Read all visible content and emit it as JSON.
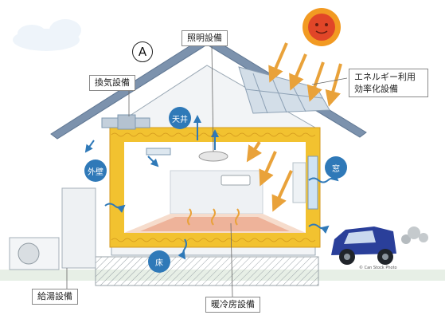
{
  "labels": {
    "lighting": "照明設備",
    "ventilation": "換気設備",
    "energy": "エネルギー利用効率化設備",
    "hot_water": "給湯設備",
    "air_conditioning": "暖冷房設備"
  },
  "bubbles": {
    "ceiling": "天井",
    "outer_wall": "外壁",
    "window": "窓",
    "floor": "床"
  },
  "marker": "A",
  "credit": "© Can Stock Photo",
  "colors": {
    "insulation": "#f2c230",
    "roof": "#7c92ad",
    "arrow_heat": "#e9a23a",
    "arrow_air": "#2f79b8",
    "ground": "#b8c2c8"
  }
}
